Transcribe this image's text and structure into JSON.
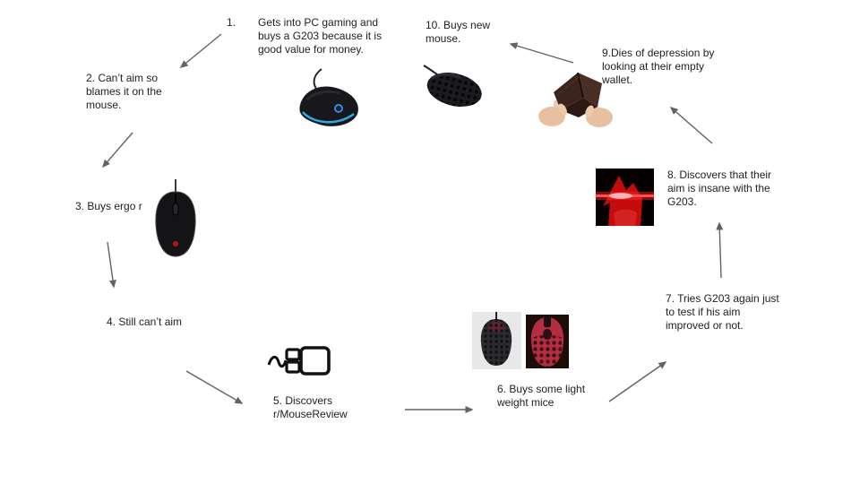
{
  "steps": [
    {
      "num": "1.",
      "label": "Gets into PC gaming and buys a G203 because it is good value for money."
    },
    {
      "label": "2. Can’t aim so blames it on the mouse."
    },
    {
      "label": "3. Buys ergo r"
    },
    {
      "label": "4. Still can’t aim"
    },
    {
      "label": "5. Discovers r/MouseReview"
    },
    {
      "label": "6. Buys some light weight mice"
    },
    {
      "label": "7. Tries G203 again just to test if his aim improved or not."
    },
    {
      "label": "8. Discovers that their aim is insane with the G203."
    },
    {
      "label": "9.Dies of depression by looking at their empty wallet."
    },
    {
      "label": "10. Buys new mouse."
    }
  ],
  "connections": [
    {
      "from": 1,
      "to": 2
    },
    {
      "from": 2,
      "to": 3
    },
    {
      "from": 3,
      "to": 4
    },
    {
      "from": 4,
      "to": 5
    },
    {
      "from": 5,
      "to": 6
    },
    {
      "from": 6,
      "to": 7
    },
    {
      "from": 7,
      "to": 8
    },
    {
      "from": 8,
      "to": 9
    },
    {
      "from": 9,
      "to": 10
    }
  ],
  "images": {
    "step1": "logitech-g203-mouse",
    "step3": "black-ergo-mouse",
    "step5": "mouse-clipart",
    "step6_left": "black-honeycomb-lightweight-mouse",
    "step6_right": "red-honeycomb-lightweight-mouse",
    "step8": "red-laser-eyes-meme",
    "step9": "empty-wallet-in-hands",
    "step10": "black-honeycomb-mouse"
  },
  "colors": {
    "text": "#212121",
    "arrow": "#5f6368",
    "g203_glow": "#2bb3f0",
    "laser_red": "#ff1f1f",
    "red_mouse": "#b32e3f",
    "wallet_brown": "#3a241d"
  }
}
